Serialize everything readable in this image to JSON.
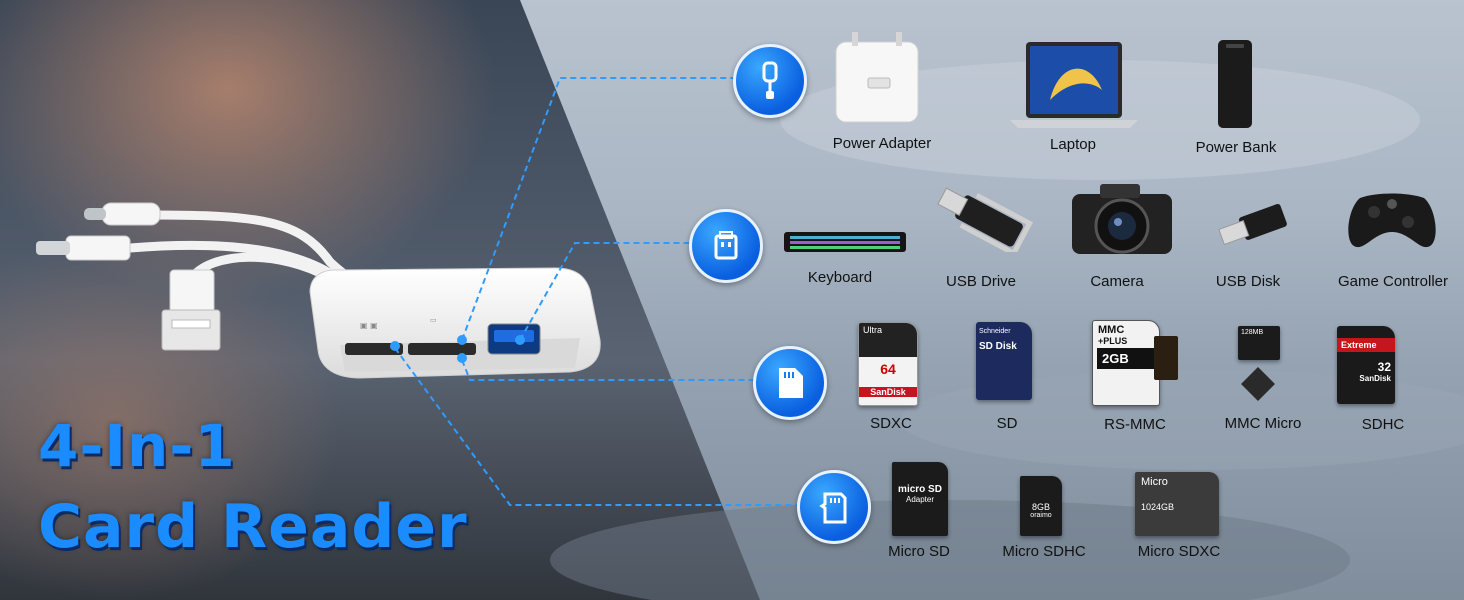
{
  "title": {
    "line1": "4-In-1",
    "line2": "Card Reader"
  },
  "rows": {
    "lightning": {
      "icon": "lightning-connector-icon",
      "items": [
        "Power Adapter",
        "Laptop",
        "Power Bank"
      ]
    },
    "usb": {
      "icon": "usb-port-icon",
      "items": [
        "Keyboard",
        "USB Drive",
        "Camera",
        "USB Disk",
        "Game Controller"
      ]
    },
    "sd": {
      "icon": "sd-card-icon",
      "items": [
        "SDXC",
        "SD",
        "RS-MMC",
        "MMC Micro",
        "SDHC"
      ]
    },
    "microsd": {
      "icon": "micro-sd-icon",
      "items": [
        "Micro SD",
        "Micro SDHC",
        "Micro SDXC"
      ]
    }
  },
  "card_text": {
    "sdxc_brand": "SanDisk",
    "sdxc_line": "Ultra",
    "sdxc_cap": "64",
    "sd_brand": "Schneider",
    "sd_name": "SD Disk",
    "mmc_top": "MMC",
    "mmc_plus": "+PLUS",
    "mmc_cap": "2GB",
    "mmcmicro_cap": "128MB",
    "sdhc_brand": "SanDisk",
    "sdhc_line": "Extreme",
    "sdhc_cap": "32",
    "microsd_logo": "micro SD",
    "microsd_sub": "Adapter",
    "microsdhc_cap": "8GB",
    "microsdhc_brand": "oraimo",
    "microsdxc_top": "Micro",
    "microsdxc_cap": "1024GB"
  },
  "colors": {
    "accent": "#1a8cff",
    "dashed_line": "#2f9bff",
    "title_shadow": "#0b2a66"
  }
}
